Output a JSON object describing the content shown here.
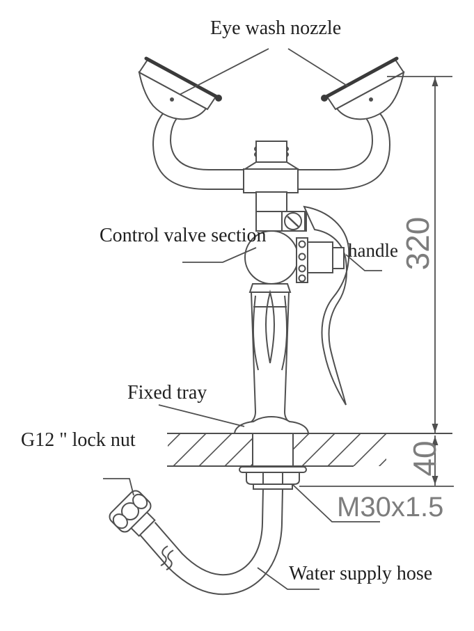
{
  "diagram": {
    "type": "technical-drawing",
    "subject": "eye wash station faucet assembly",
    "labels": {
      "eye_wash_nozzle": "Eye wash nozzle",
      "control_valve_section": "Control valve section",
      "handle": "handle",
      "fixed_tray": "Fixed tray",
      "lock_nut": "G12 \" lock nut",
      "water_supply_hose": "Water supply hose"
    },
    "dimensions": {
      "overall_height": "320",
      "panel_thickness": "40",
      "mounting_thread": "M30x1.5"
    },
    "colors": {
      "background": "#ffffff",
      "line": "#4f4f4f",
      "label_text": "#1f1f1f",
      "dimension_text": "#7d7d7d"
    }
  }
}
